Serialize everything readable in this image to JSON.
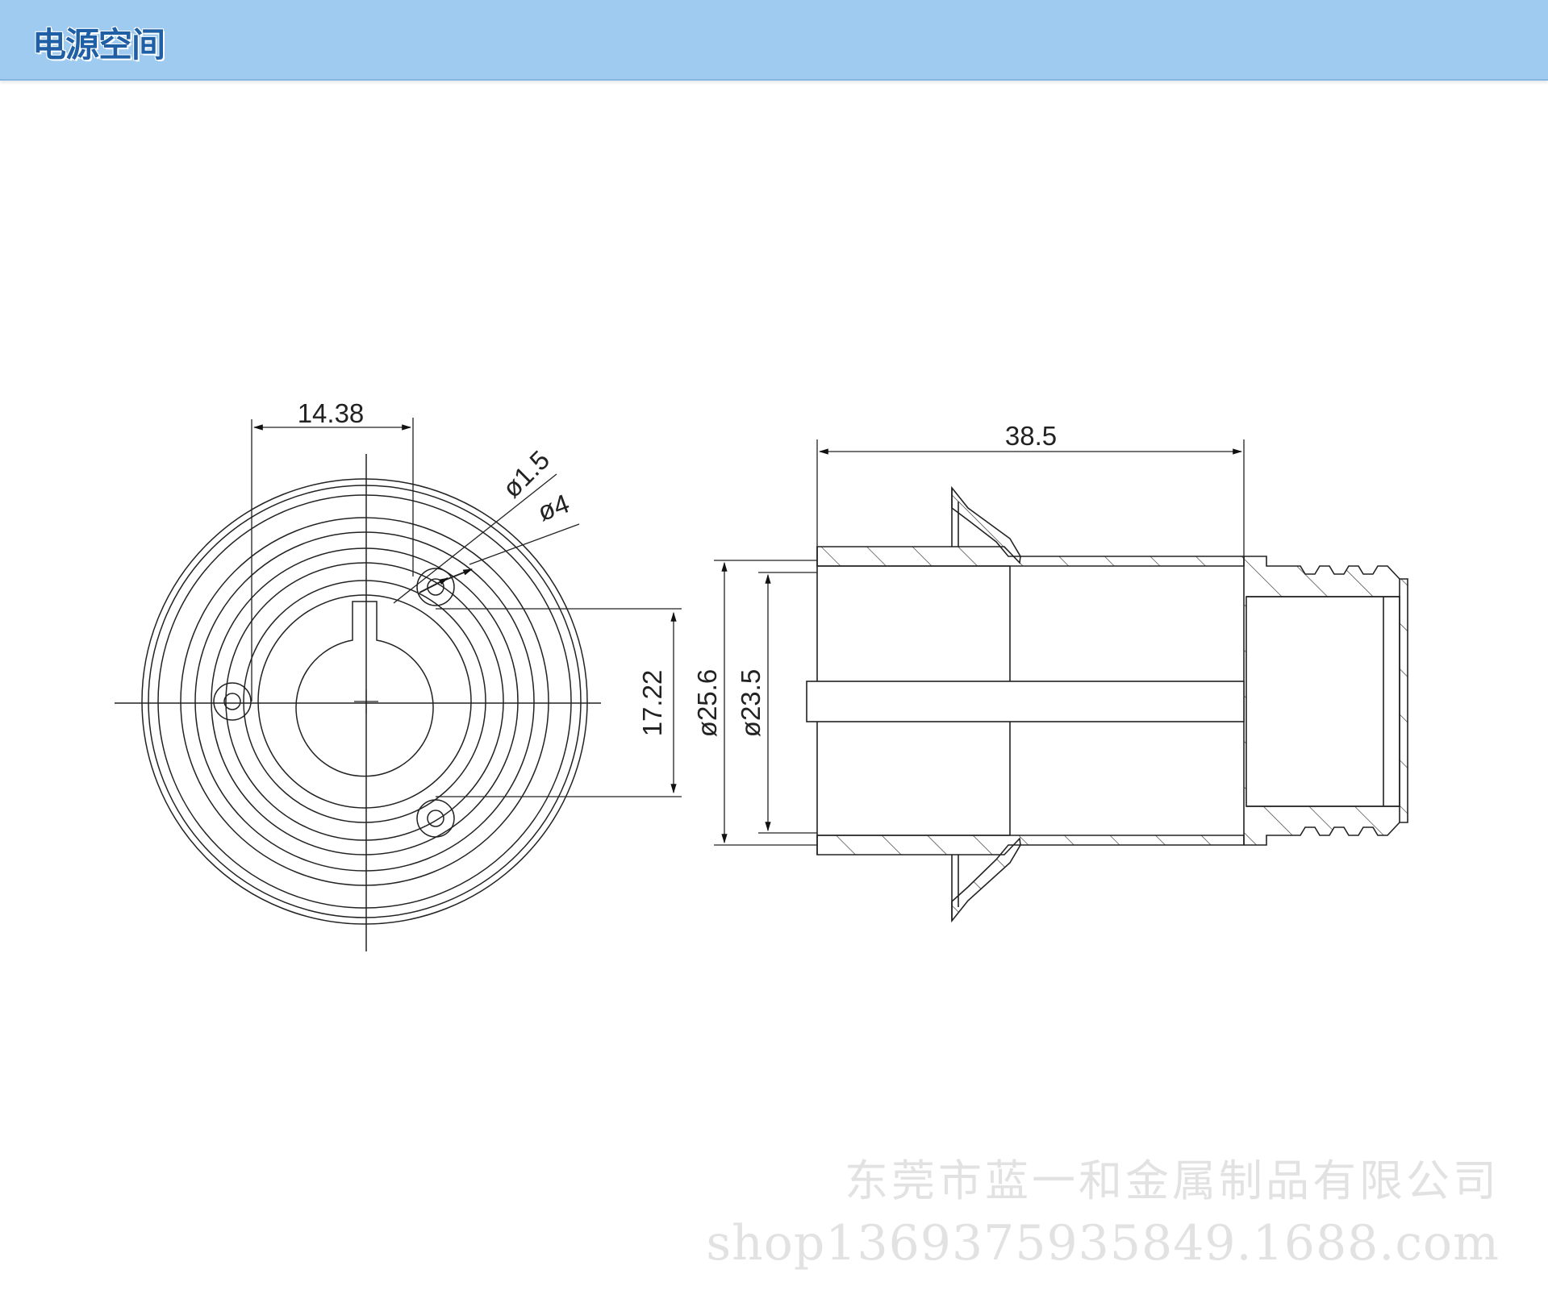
{
  "header": {
    "title": "电源空间"
  },
  "drawing": {
    "front_view": {
      "dim_width": "14.38",
      "dim_small_hole": "ø1.5",
      "dim_large_hole": "ø4",
      "dim_height": "17.22"
    },
    "side_view": {
      "dim_length": "38.5",
      "dim_outer_dia": "ø25.6",
      "dim_inner_dia": "ø23.5"
    }
  },
  "watermark": {
    "company": "东莞市蓝一和金属制品有限公司",
    "shop": "shop1369375935849.1688.com"
  },
  "colors": {
    "header_bg": "#a0cbf0",
    "header_text": "#1f5fa6",
    "line": "#222222",
    "watermark": "#e2e2e2"
  }
}
